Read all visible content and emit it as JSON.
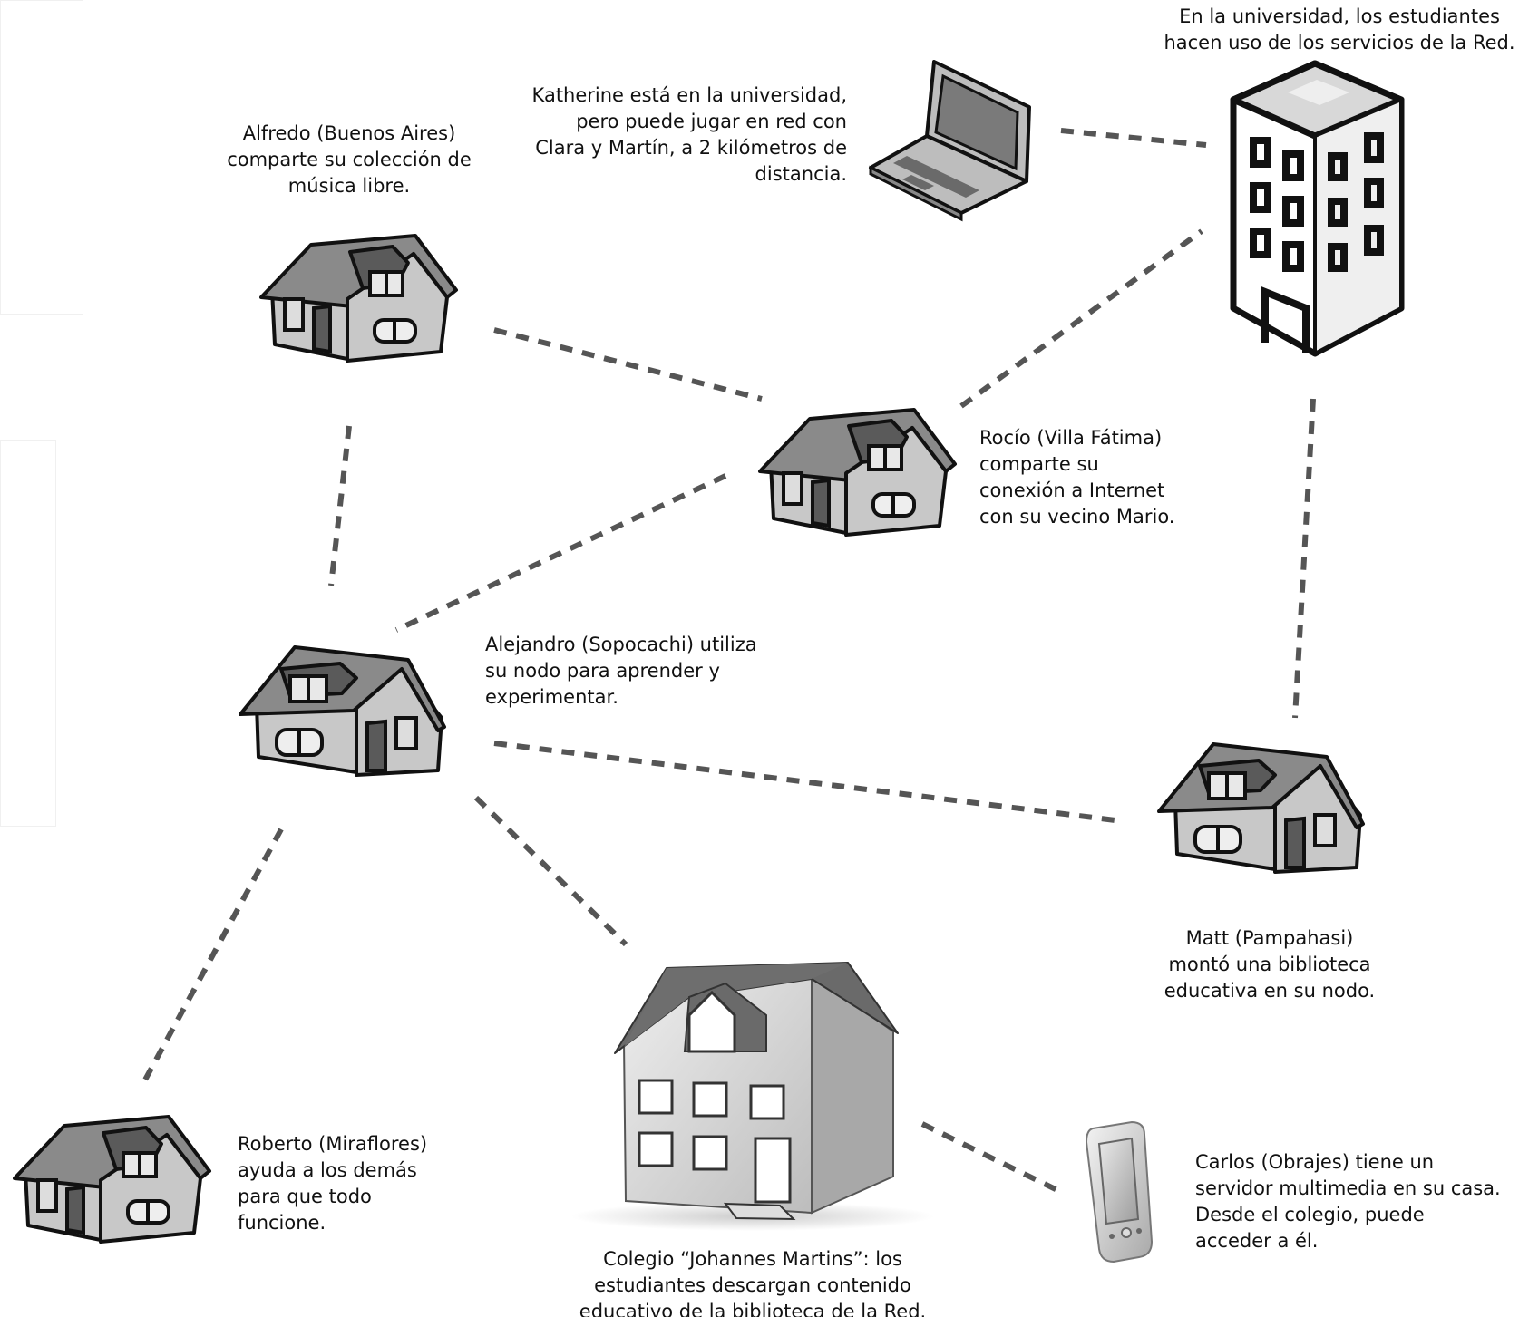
{
  "nodes": {
    "universidad": "En la universidad, los estudiantes\nhacen uso de los servicios de la Red.",
    "katherine": "Katherine está en la universidad,\npero puede jugar en red con\nClara y Martín, a 2 kilómetros de\ndistancia.",
    "alfredo": "Alfredo (Buenos Aires)\ncomparte su colección de\nmúsica libre.",
    "rocio": "Rocío (Villa Fátima)\ncomparte su\nconexión a Internet\ncon su vecino Mario.",
    "alejandro": "Alejandro (Sopocachi) utiliza\nsu nodo para aprender y\nexperimentar.",
    "matt": "Matt (Pampahasi)\nmontó una biblioteca\neducativa en su nodo.",
    "roberto": "Roberto (Miraflores)\nayuda a los demás\npara que todo\nfuncione.",
    "colegio": "Colegio “Johannes Martins”: los\nestudiantes descargan contenido\neducativo de la biblioteca de la Red.",
    "carlos": "Carlos (Obrajes) tiene un\nservidor multimedia en su casa.\nDesde el colegio, puede\nacceder a él."
  },
  "icons": [
    "house-icon",
    "laptop-icon",
    "building-icon",
    "school-icon",
    "phone-icon"
  ],
  "colors": {
    "link": "#555555",
    "outline": "#111111",
    "wall": "#c8c8c8",
    "roof": "#8a8a8a",
    "dark": "#5a5a5a"
  }
}
